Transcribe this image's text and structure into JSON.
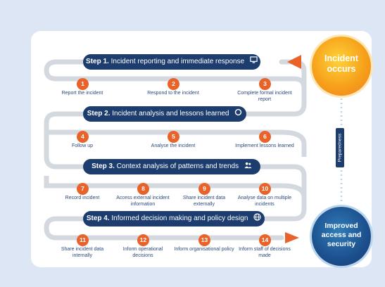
{
  "steps": [
    {
      "prefix": "Step 1.",
      "title": "Incident reporting and immediate response",
      "icon": "computer-icon"
    },
    {
      "prefix": "Step 2.",
      "title": "Incident analysis and lessons learned",
      "icon": "cycle-icon"
    },
    {
      "prefix": "Step 3.",
      "title": "Context analysis of patterns and trends",
      "icon": "people-icon"
    },
    {
      "prefix": "Step 4.",
      "title": "Informed decision making and policy design",
      "icon": "globe-icon"
    }
  ],
  "actions": [
    {
      "n": "1",
      "label": "Report the incident"
    },
    {
      "n": "2",
      "label": "Respond to the incident"
    },
    {
      "n": "3",
      "label": "Complete formal incident report"
    },
    {
      "n": "4",
      "label": "Follow up"
    },
    {
      "n": "5",
      "label": "Analyse the incident"
    },
    {
      "n": "6",
      "label": "Implement lessons learned"
    },
    {
      "n": "7",
      "label": "Record incident"
    },
    {
      "n": "8",
      "label": "Access external incident information"
    },
    {
      "n": "9",
      "label": "Share incident data externally"
    },
    {
      "n": "10",
      "label": "Analyse data on multiple incidents"
    },
    {
      "n": "11",
      "label": "Share incident data internally"
    },
    {
      "n": "12",
      "label": "Inform operational decisions"
    },
    {
      "n": "13",
      "label": "Inform organisational policy"
    },
    {
      "n": "14",
      "label": "Inform staff of decisions made"
    }
  ],
  "start": {
    "label": "Incident occurs"
  },
  "end": {
    "label": "Improved access and security"
  },
  "side_label": "Preparedness",
  "colors": {
    "navy": "#1c3d6e",
    "orange": "#e8622a",
    "track": "#d4d9e0",
    "label": "#2b4a7a"
  }
}
